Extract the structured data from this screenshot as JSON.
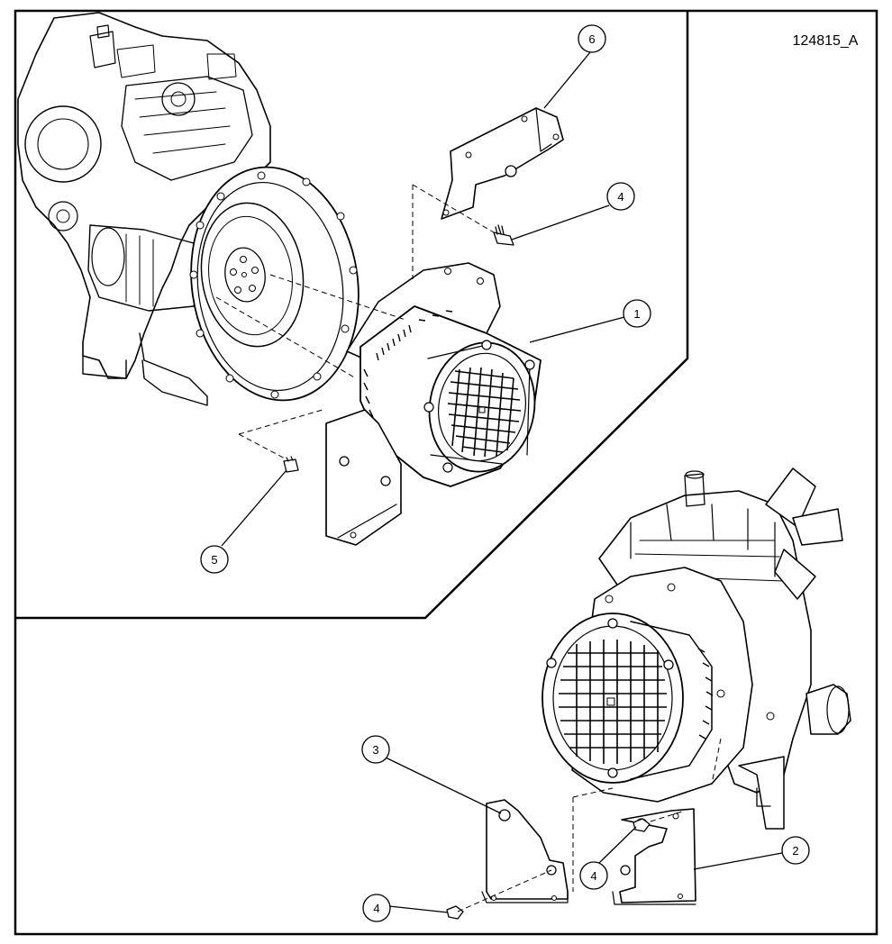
{
  "figure_id": "124815_A",
  "callouts": [
    {
      "id": "c1",
      "label": "1"
    },
    {
      "id": "c2",
      "label": "2"
    },
    {
      "id": "c3",
      "label": "3"
    },
    {
      "id": "c4a",
      "label": "4"
    },
    {
      "id": "c4b",
      "label": "4"
    },
    {
      "id": "c4c",
      "label": "4"
    },
    {
      "id": "c5",
      "label": "5"
    },
    {
      "id": "c6",
      "label": "6"
    }
  ],
  "colors": {
    "line": "#000000",
    "background": "#ffffff"
  }
}
